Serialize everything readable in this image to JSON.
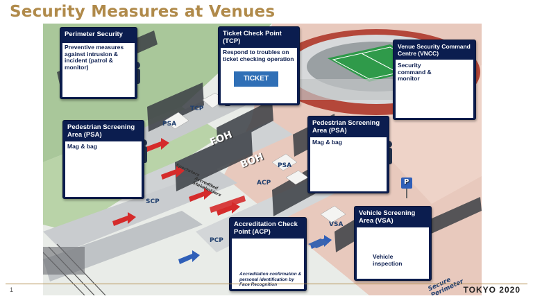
{
  "title": "Security Measures at Venues",
  "callouts": {
    "perimeter": {
      "title": "Perimeter Security",
      "desc": "Preventive measures against intrusion & incident (patrol & monitor)"
    },
    "tcp": {
      "title": "Ticket Check Point (TCP)",
      "desc": "Respond to troubles on ticket checking operation",
      "ticket": "TICKET"
    },
    "vncc": {
      "title": "Venue Security Command Centre (VNCC)",
      "desc": "Security command & monitor"
    },
    "psa_left": {
      "title": "Pedestrian Screening Area (PSA)",
      "desc": "Mag & bag"
    },
    "psa_right": {
      "title": "Pedestrian Screening Area (PSA)",
      "desc": "Mag & bag"
    },
    "acp": {
      "title": "Accreditation Check Point (ACP)",
      "desc": "Accreditation confirmation & personal identification by Face Recognition"
    },
    "vsa": {
      "title": "Vehicle Screening Area (VSA)",
      "desc": "Vehicle inspection"
    }
  },
  "map_labels": {
    "tcp": "TCP",
    "psa_top": "PSA",
    "foh": "FOH",
    "boh": "BOH",
    "psa_mid": "PSA",
    "acp": "ACP",
    "vsa": "VSA",
    "scp": "SCP",
    "pcp": "PCP",
    "spectators": "Spectators",
    "accredited": "Accredited Stakeholders",
    "secure_perimeter": "Secure Perimeter",
    "parking": "P"
  },
  "footer": {
    "page": "1",
    "brand": "TOKYO 2020"
  }
}
